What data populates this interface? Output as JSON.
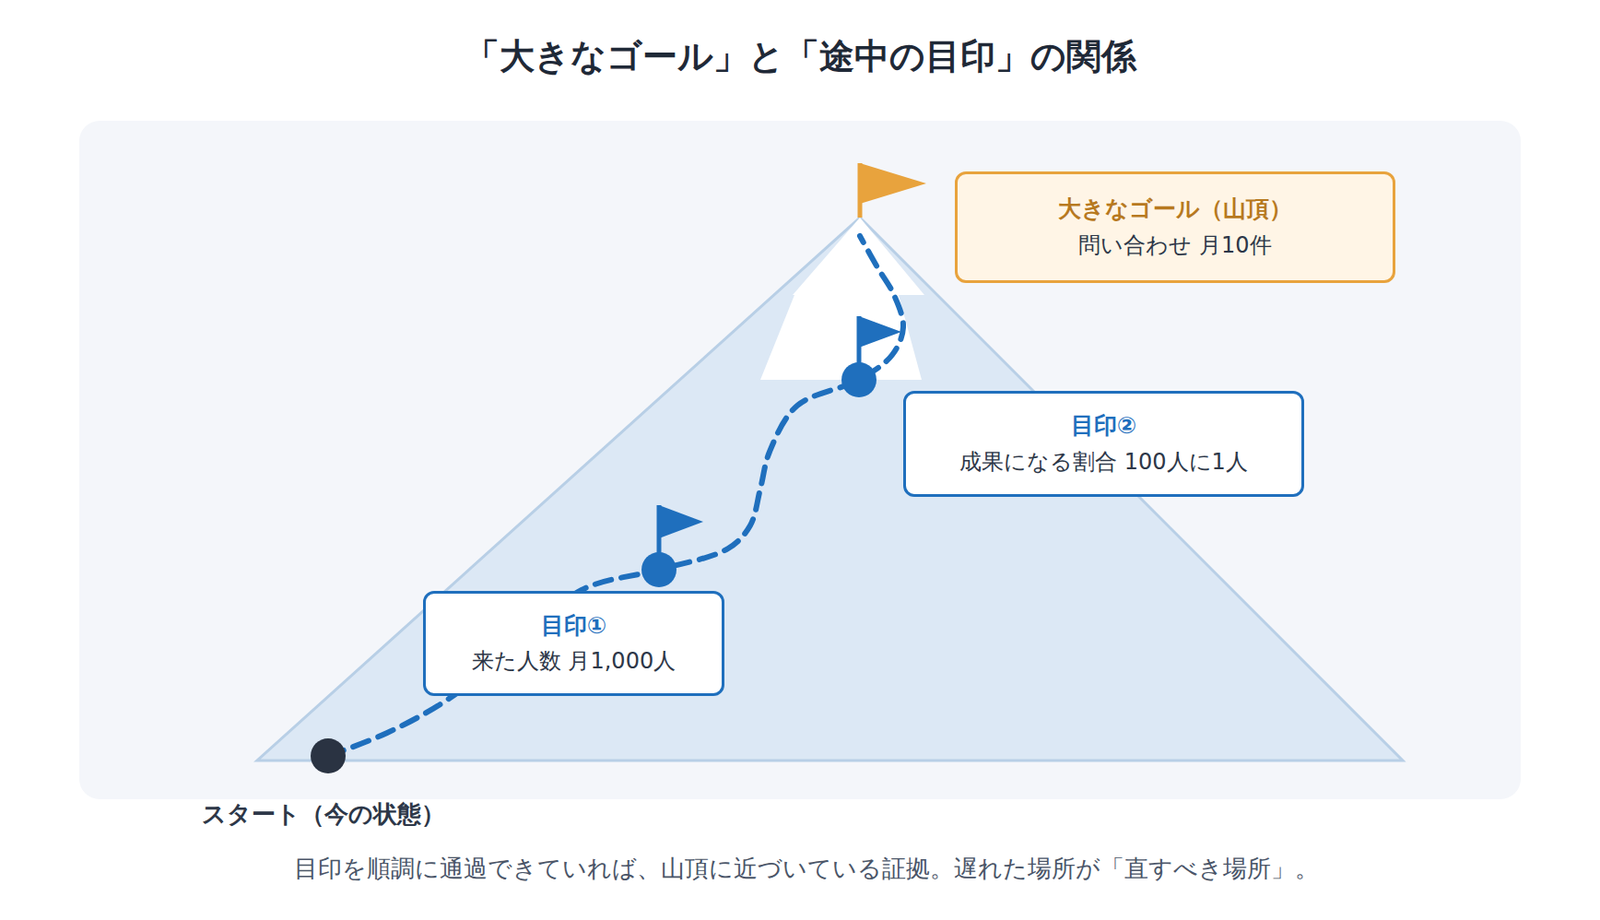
{
  "diagram": {
    "title": "「大きなゴール」と「途中の目印」の関係",
    "caption": "目印を順調に通過できていれば、山頂に近づいている証拠。遅れた場所が「直すべき場所」。",
    "nodes": [
      {
        "text": [
          "大きなゴール（山頂）",
          "問い合わせ 月10件"
        ]
      },
      {
        "text": [
          "目印②",
          "成果になる割合 100人に1人"
        ]
      },
      {
        "text": [
          "目印①",
          "来た人数 月1,000人"
        ]
      }
    ],
    "labels": [
      "スタート（今の状態）"
    ]
  }
}
